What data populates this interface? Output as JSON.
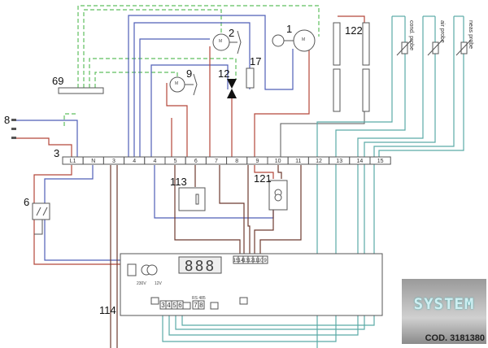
{
  "component_labels": {
    "c1": "1",
    "c2": "2",
    "c9": "9",
    "c12": "12",
    "c17": "17",
    "c69": "69",
    "c8": "8",
    "c3": "3",
    "c6": "6",
    "c113": "113",
    "c121": "121",
    "c122": "122",
    "c114": "114"
  },
  "terminal_block": [
    "L1",
    "N",
    "3",
    "4",
    "4",
    "5",
    "6",
    "7",
    "8",
    "9",
    "10",
    "11",
    "12",
    "13",
    "14",
    "15"
  ],
  "probes": [
    "cond. probe",
    "air probe",
    "neas probe"
  ],
  "controller": {
    "display": "888",
    "power_in": "230V",
    "power_out": "12V",
    "top_terminals": [
      "15",
      "14",
      "13",
      "12",
      "11",
      "10",
      "9"
    ],
    "bottom_terminals": [
      "3",
      "4",
      "5",
      "6"
    ],
    "rs485_terminals": [
      "7",
      "8"
    ],
    "rs485_label": "RS 485"
  },
  "motor_label": "M",
  "logo": {
    "text": "SYSTEM",
    "code": "COD. 3181380"
  },
  "colors": {
    "blue": "#4f5fb8",
    "red": "#b5473a",
    "brown": "#6e3b30",
    "ground_green": "#5fbf5f",
    "probe_teal": "#5aaaa6"
  }
}
